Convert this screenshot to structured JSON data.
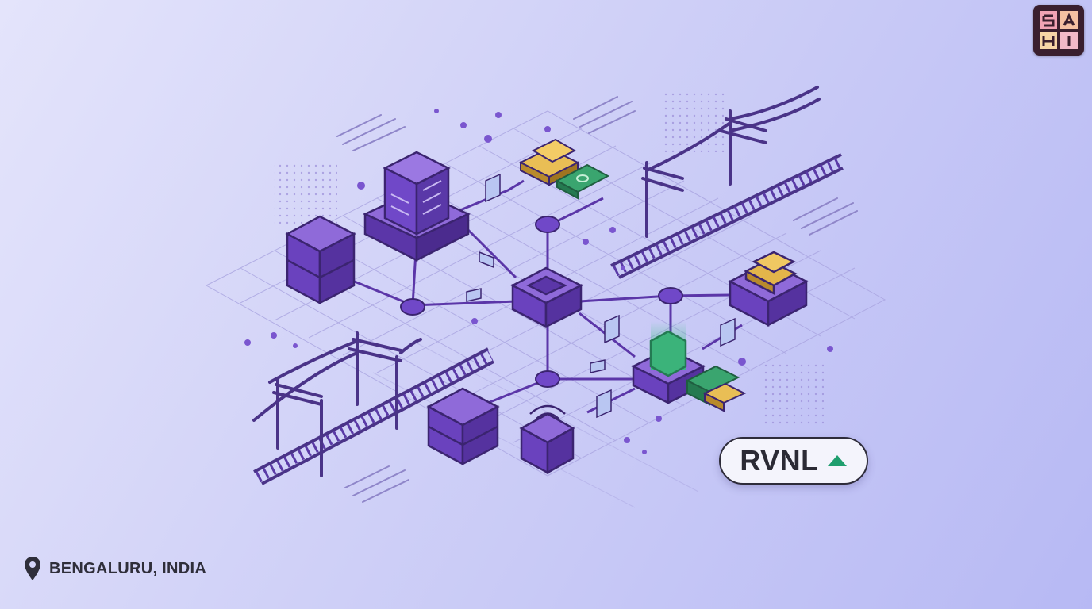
{
  "ticker": {
    "symbol": "RVNL",
    "trend": "up",
    "arrow_icon": "triangle-up-icon",
    "arrow_color": "#1f9e6e"
  },
  "location": {
    "icon": "map-pin-icon",
    "label": "BENGALURU, INDIA"
  },
  "logo": {
    "icon": "brand-logo-icon"
  },
  "colors": {
    "background_start": "#e4e4fb",
    "background_end": "#b7b9f4",
    "primary_purple": "#7048c8",
    "dark_outline": "#3b2470",
    "gold": "#e3b54a",
    "cash_green": "#2f9e6a"
  }
}
